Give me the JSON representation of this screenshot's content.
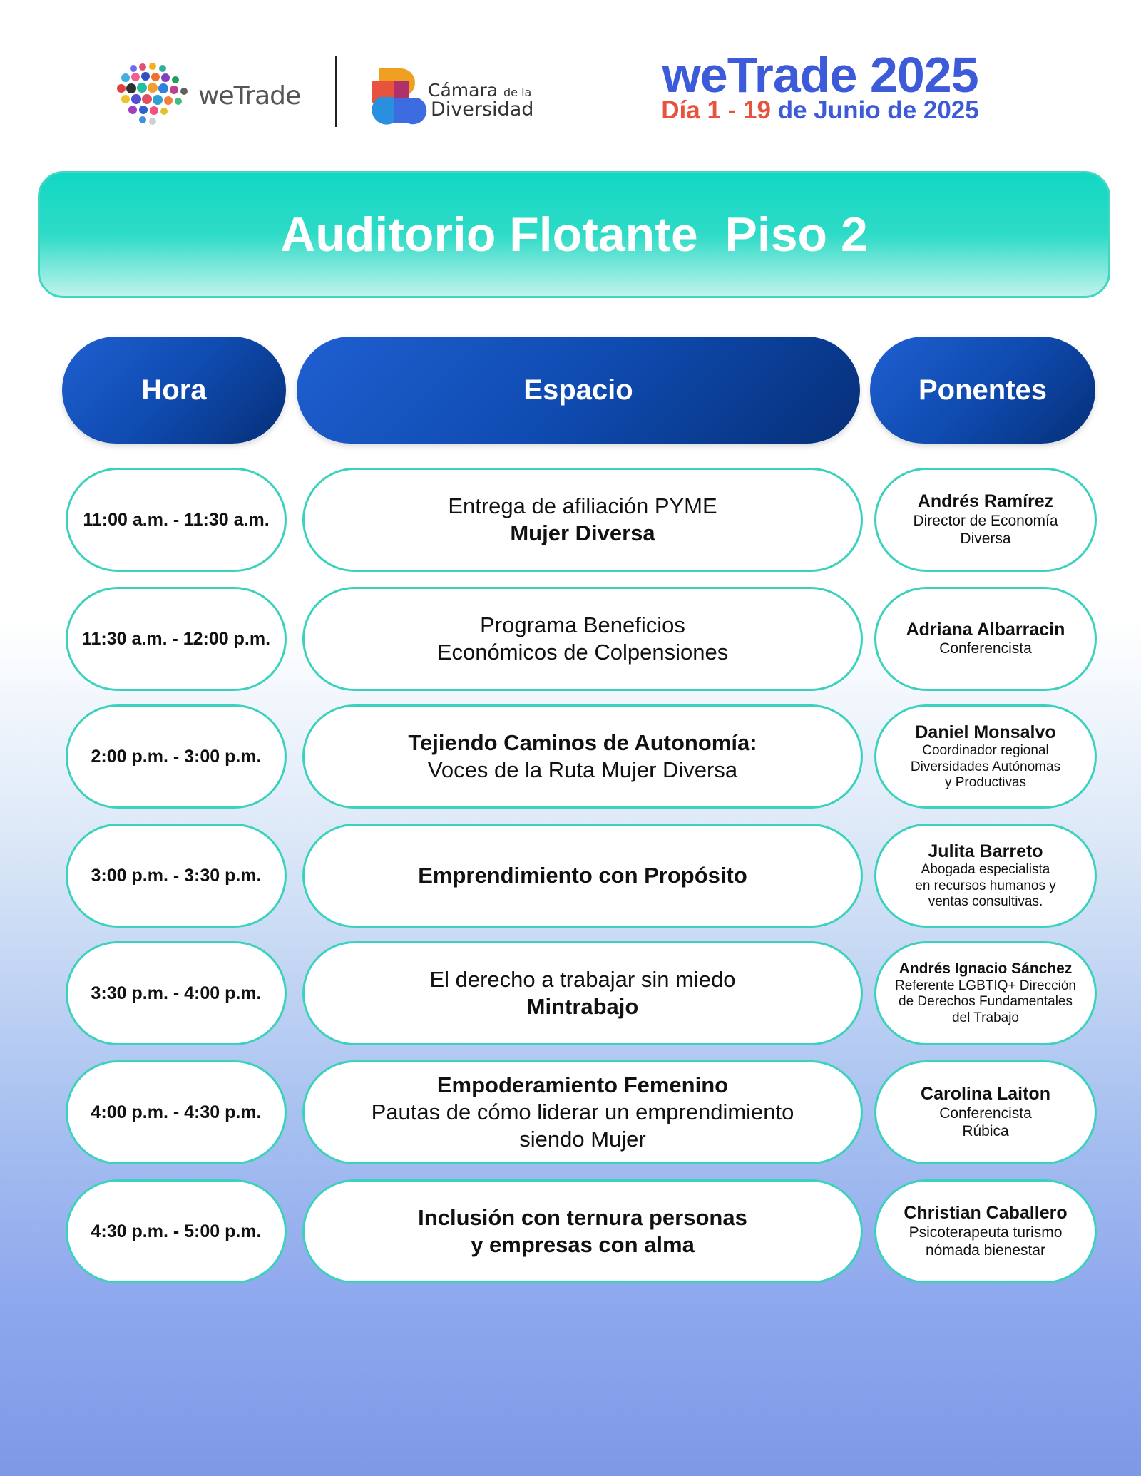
{
  "header": {
    "wetrade_logo_text": "weTrade",
    "camara_line1": "Cámara",
    "camara_small": "de la",
    "camara_line2": "Diversidad",
    "event_title": "weTrade 2025",
    "date_red": "Día 1 - 19",
    "date_blue": "de Junio de 2025"
  },
  "banner": {
    "title": "Auditorio Flotante  Piso 2"
  },
  "columns": {
    "hora": "Hora",
    "espacio": "Espacio",
    "ponentes": "Ponentes"
  },
  "rows": [
    {
      "time": "11:00 a.m. - 11:30 a.m.",
      "space": [
        {
          "text": "Entrega de afiliación PYME",
          "bold": false
        },
        {
          "text": "Mujer Diversa",
          "bold": true
        }
      ],
      "speaker": "Andrés Ramírez",
      "role": [
        "Director de Economía",
        "Diversa"
      ]
    },
    {
      "time": "11:30 a.m. - 12:00 p.m.",
      "space": [
        {
          "text": "Programa Beneficios",
          "bold": false
        },
        {
          "text": "Económicos de Colpensiones",
          "bold": false
        }
      ],
      "speaker": "Adriana Albarracin",
      "role": [
        "Conferencista"
      ]
    },
    {
      "time": "2:00 p.m. - 3:00 p.m.",
      "space": [
        {
          "text": "Tejiendo Caminos de Autonomía:",
          "bold": true
        },
        {
          "text": "Voces de la Ruta Mujer Diversa",
          "bold": false
        }
      ],
      "speaker": "Daniel Monsalvo",
      "role": [
        "Coordinador regional",
        "Diversidades Autónomas",
        "y Productivas"
      ]
    },
    {
      "time": "3:00 p.m. - 3:30 p.m.",
      "space": [
        {
          "text": "Emprendimiento con Propósito",
          "bold": true
        }
      ],
      "speaker": "Julita Barreto",
      "role": [
        "Abogada especialista",
        "en recursos humanos y",
        "ventas consultivas."
      ]
    },
    {
      "time": "3:30 p.m. - 4:00 p.m.",
      "space": [
        {
          "text": "El derecho a trabajar sin miedo",
          "bold": false
        },
        {
          "text": "Mintrabajo",
          "bold": true
        }
      ],
      "speaker": "Andrés Ignacio Sánchez",
      "role": [
        "Referente LGBTIQ+ Dirección",
        "de Derechos Fundamentales",
        "del Trabajo"
      ]
    },
    {
      "time": "4:00 p.m. - 4:30 p.m.",
      "space": [
        {
          "text": "Empoderamiento Femenino",
          "bold": true
        },
        {
          "text": "Pautas de cómo liderar un emprendimiento",
          "bold": false
        },
        {
          "text": "siendo Mujer",
          "bold": false
        }
      ],
      "speaker": "Carolina Laiton",
      "role": [
        "Conferencista",
        "Rúbica"
      ]
    },
    {
      "time": "4:30 p.m. - 5:00 p.m.",
      "space": [
        {
          "text": "Inclusión con ternura personas",
          "bold": true
        },
        {
          "text": "y empresas con alma",
          "bold": true
        }
      ],
      "speaker": "Christian Caballero",
      "role": [
        "Psicoterapeuta turismo",
        "nómada bienestar"
      ]
    }
  ],
  "colors": {
    "accent_blue": "#3d5bd9",
    "accent_red": "#e8533e",
    "teal": "#12d8c3",
    "header_blue": "#0f4bb0"
  }
}
